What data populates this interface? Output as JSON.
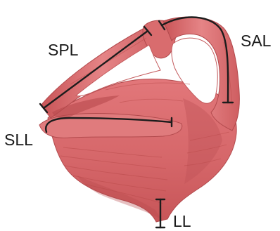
{
  "figure": {
    "colors": {
      "tissue": "#d9696a",
      "tissue_dark": "#a83a3d",
      "tissue_light": "#ee9897",
      "annotation": "#1c1c1c",
      "background": "#ffffff"
    },
    "labels": {
      "spl": "SPL",
      "sal": "SAL",
      "sll": "SLL",
      "ll": "LL"
    }
  }
}
